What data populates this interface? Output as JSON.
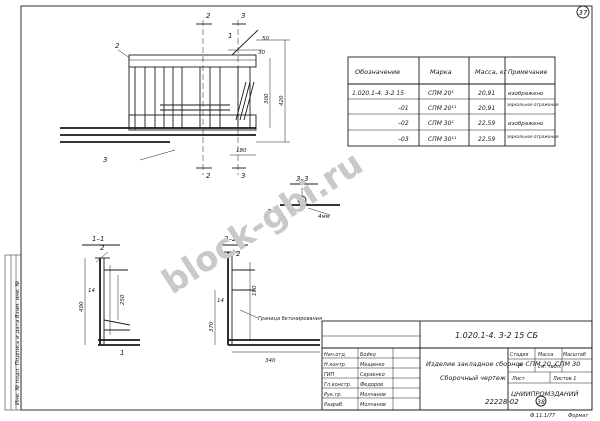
{
  "sheet": {
    "page_number": "37",
    "archive_number": "22228-02",
    "archive_sheet": "38",
    "format": "Ф.11.1/77",
    "format_size": "Формат"
  },
  "left_strip": "Инв. № подл.   Подпись и дата   Взам. инв. №",
  "watermark": "block-gbi.ru",
  "table": {
    "headers": [
      "Обозначение",
      "Марка",
      "Масса, кг",
      "Примечание"
    ],
    "rows": [
      [
        "1.020.1-4. 3-2  15",
        "СПМ 20¹",
        "20,91",
        "изображено"
      ],
      [
        "–01",
        "СПМ 20¹¹",
        "20,91",
        "зеркальное отражение"
      ],
      [
        "–02",
        "СПМ 30¹",
        "22,59",
        "изображено"
      ],
      [
        "–03",
        "СПМ 30¹¹",
        "22,59",
        "зеркальное отражение"
      ]
    ]
  },
  "main_view": {
    "labels": {
      "pos2": "2",
      "pos1": "1",
      "pos3": "3"
    },
    "dims": [
      "30",
      "50",
      "300",
      "420",
      "180",
      "2",
      "2",
      "3",
      "3"
    ]
  },
  "section_33": {
    "title": "3–3",
    "dims": [
      "9",
      "4мм"
    ]
  },
  "section_11": {
    "title": "1–1",
    "labels": [
      "2",
      "1"
    ],
    "dims": [
      "14",
      "250",
      "490"
    ]
  },
  "section_22": {
    "title": "2–2",
    "labels": [
      "2"
    ],
    "dims": [
      "14",
      "180",
      "370",
      "340"
    ],
    "note": "Граница бетонирования"
  },
  "title_block": {
    "code": "1.020.1-4.  3-2  15 СБ",
    "description": "Изделие закладное сборное СПМ 20, СПМ 30",
    "subtitle": "Сборочный чертеж",
    "stage_headers": [
      "Стадия",
      "Масса",
      "Масштаб"
    ],
    "stage": "Р",
    "mass": "см. табл.",
    "sheet": "Лист",
    "sheets": "Листов 1",
    "organization": "ЦНИИПРОМЗДАНИЙ",
    "roles": [
      "Нач.отд.",
      "Н.контр.",
      "ГИП",
      "Гл.констр.",
      "Рук.гр.",
      "Разраб."
    ],
    "names": [
      "Бойко",
      "Мещенко",
      "Серзенко",
      "Федоров",
      "Молчанов",
      "Молчанов"
    ]
  }
}
